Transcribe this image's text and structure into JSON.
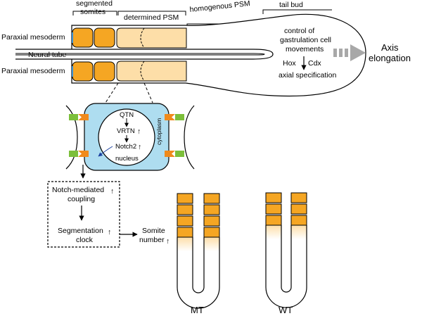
{
  "labels": {
    "segmented_somites_1": "segmented",
    "segmented_somites_2": "somites",
    "determined_psm": "determined PSM",
    "homogenous_psm": "homogenous PSM",
    "tail_bud": "tail bud",
    "paraxial_mesoderm_top": "Paraxial mesoderm",
    "neural_tube": "Neural tube",
    "paraxial_mesoderm_bottom": "Paraxial mesoderm",
    "control_line1": "control of",
    "control_line2": "gastrulation cell",
    "control_line3": "movements",
    "hox": "Hox",
    "cdx": "Cdx",
    "axial_spec": "axial specification",
    "axis_line1": "Axis",
    "axis_line2": "elongation",
    "qtn": "QTN",
    "vrtn": "VRTN",
    "notch2": "Notch2",
    "nucleus": "nucleus",
    "cytoplasm": "cytoplasm",
    "box_line1": "Notch-mediated",
    "box_line2": "coupling",
    "box_line3": "Segmentation",
    "box_line4": "clock",
    "somite_line1": "Somite",
    "somite_line2": "number",
    "up_arrow": "↑",
    "mt": "MT",
    "wt": "WT"
  },
  "colors": {
    "somite_orange": "#F5A623",
    "psm_light": "#FDDEA8",
    "cell_blue": "#AEDDF0",
    "green": "#7CBF3A",
    "orange": "#F08A1C",
    "grey_arrow": "#A8A8A8",
    "edge_blue": "#3B8ED0"
  },
  "counts": {
    "mt_somites_per_column": 4,
    "wt_somites_per_column": 3
  }
}
